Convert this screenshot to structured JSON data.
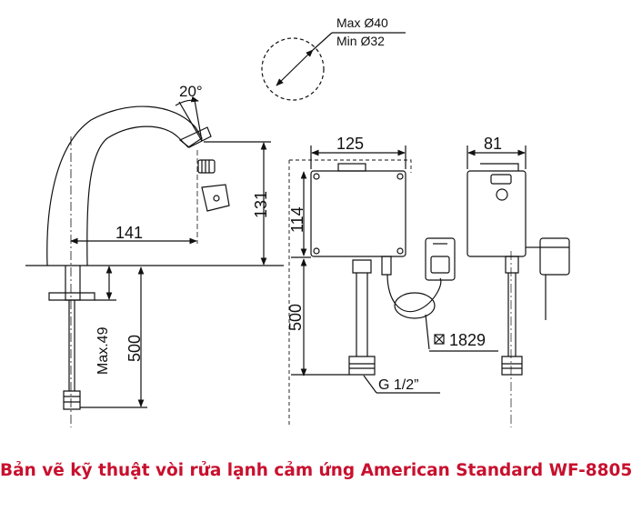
{
  "hole": {
    "max_label": "Max Ø40",
    "min_label": "Min Ø32"
  },
  "faucet": {
    "angle_label": "20°",
    "reach_label": "141",
    "spout_height_label": "131",
    "deck_max_label": "Max.49",
    "hose_length_label": "500"
  },
  "control_box": {
    "width_label": "125",
    "height_label": "114",
    "drop_label": "500",
    "cable_label": "1829",
    "thread_label": "G 1/2”"
  },
  "side_view": {
    "depth_label": "81"
  },
  "caption": "Bản vẽ kỹ thuật vòi rửa lạnh cảm ứng American Standard WF-8805"
}
